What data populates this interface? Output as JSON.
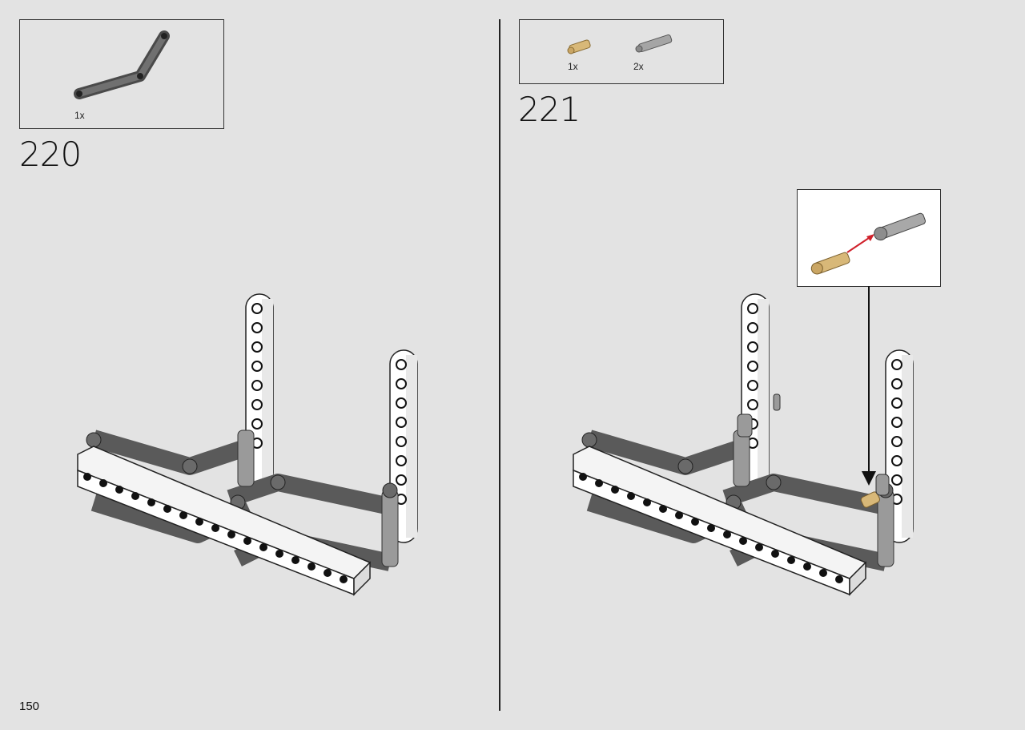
{
  "page": {
    "number": "150"
  },
  "steps": [
    {
      "number": "220",
      "parts": [
        {
          "qty": "1x",
          "name": "dark-gray-bent-liftarm"
        }
      ]
    },
    {
      "number": "221",
      "parts": [
        {
          "qty": "1x",
          "name": "tan-axle-pin"
        },
        {
          "qty": "2x",
          "name": "gray-pin-with-axle"
        }
      ]
    }
  ],
  "colors": {
    "background": "#e3e3e3",
    "dark_gray": "#5a5a5a",
    "white_part": "#ffffff",
    "tan": "#d8b878",
    "arrow_red": "#d0202a"
  }
}
